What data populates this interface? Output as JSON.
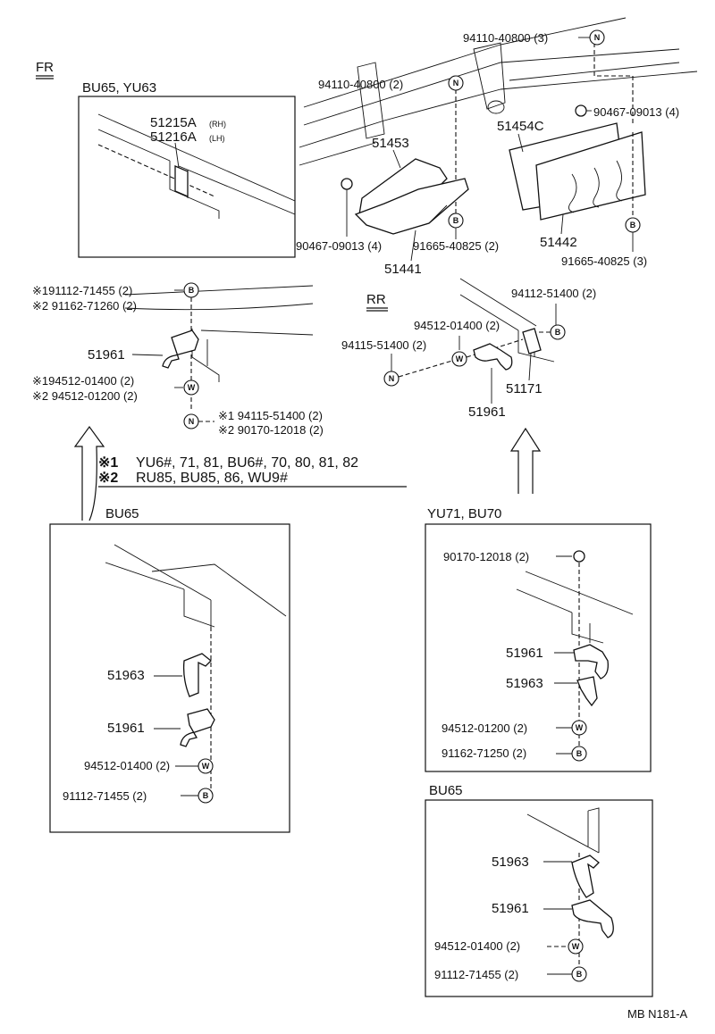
{
  "sections": {
    "fr": "FR",
    "rr": "RR",
    "bu65_yu63": "BU65, YU63",
    "bu65_left": "BU65",
    "yu71_bu70": "YU71, BU70",
    "bu65_right": "BU65"
  },
  "notes": {
    "n1_mark": "※1",
    "n1_text": "YU6#, 71, 81, BU6#, 70, 80, 81, 82",
    "n2_mark": "※2",
    "n2_text": "RU85, BU85, 86, WU9#"
  },
  "symbols": {
    "n": "N",
    "b": "B",
    "w": "W"
  },
  "labels": {
    "p51215a": "51215A",
    "p51215a_sub": "(RH)",
    "p51216a": "51216A",
    "p51216a_sub": "(LH)",
    "top_94110_3": "94110-40800 (3)",
    "top_94110_2": "94110-40800 (2)",
    "p51453": "51453",
    "p51454c": "51454C",
    "nut_90467_4_r": "90467-09013 (4)",
    "nut_90467_4_l": "90467-09013 (4)",
    "bolt_91665_2": "91665-40825 (2)",
    "bolt_91665_3": "91665-40825 (3)",
    "p51441": "51441",
    "p51442": "51442",
    "fr_b_1": "※191112-71455 (2)",
    "fr_b_2": "※2 91162-71260 (2)",
    "fr_51961": "51961",
    "fr_w_1": "※194512-01400 (2)",
    "fr_w_2": "※2 94512-01200 (2)",
    "fr_n_1": "※1 94115-51400 (2)",
    "fr_n_2": "※2 90170-12018 (2)",
    "rr_94112": "94112-51400 (2)",
    "rr_94512": "94512-01400 (2)",
    "rr_94115": "94115-51400 (2)",
    "rr_51171": "51171",
    "rr_51961": "51961",
    "bl_51963": "51963",
    "bl_51961": "51961",
    "bl_94512": "94512-01400 (2)",
    "bl_91112": "91112-71455 (2)",
    "yu_90170": "90170-12018 (2)",
    "yu_51961": "51961",
    "yu_51963": "51963",
    "yu_94512": "94512-01200 (2)",
    "yu_91162": "91162-71250 (2)",
    "br_51963": "51963",
    "br_51961": "51961",
    "br_94512": "94512-01400 (2)",
    "br_91112": "91112-71455 (2)"
  },
  "footer_code": "MB N181-A"
}
